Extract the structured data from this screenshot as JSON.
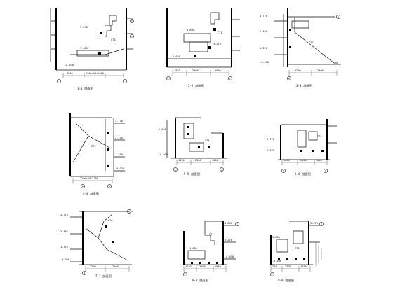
{
  "drawing": {
    "panels": [
      {
        "id": "p1",
        "levels": [
          "-0.030",
          "1.650",
          "3.270"
        ],
        "dims": [
          "1500",
          "2300×10=2300"
        ],
        "grids": [
          "1",
          "2"
        ],
        "note": "C70",
        "title": "1-1 剖面图"
      },
      {
        "id": "p2",
        "levels": [
          "1.650",
          "3.270",
          "4.890"
        ],
        "dims": [
          "1050",
          "2300",
          "1050"
        ],
        "grids": [
          "1",
          "2"
        ],
        "note": "C71",
        "title": "2-2 剖面图"
      },
      {
        "id": "p3",
        "levels": [
          "3.770",
          "2.450",
          "1.370",
          "-0.030"
        ],
        "dims": [
          "2200",
          "2300"
        ],
        "grids": [
          "A",
          "B"
        ],
        "note": "C72",
        "title": "3-3 剖面图"
      },
      {
        "id": "p4",
        "levels": [
          "3.770",
          "2.570",
          "1.370",
          "-0.030"
        ],
        "dims": [
          "2200×10=2200"
        ],
        "grids": [
          "A",
          "B"
        ],
        "note": "C73",
        "title": "4-4 剖面图"
      },
      {
        "id": "p5",
        "levels": [
          "-0.030",
          "1.650"
        ],
        "dims": [
          "1050",
          "2300",
          "1050"
        ],
        "grids": [
          "1",
          "2"
        ],
        "note": "C74",
        "title": "5-5 剖面图"
      },
      {
        "id": "p6",
        "levels": [
          "3.770",
          "2.570"
        ],
        "dims": [
          "1050",
          "2300",
          "1050"
        ],
        "grids": [
          "1",
          "2"
        ],
        "note": "C75",
        "title": "6-6 剖面图"
      },
      {
        "id": "p7",
        "levels": [
          "3.770",
          "2.450",
          "1.370",
          "-0.030"
        ],
        "dims": [
          "2200",
          "2300"
        ],
        "grids": [
          "A",
          "B"
        ],
        "note": "C76",
        "title": "7-7 剖面图"
      },
      {
        "id": "p8",
        "levels": [
          "-0.030",
          "1.650",
          "3.270",
          "4.890"
        ],
        "dims": [
          "1250",
          "2300",
          "1050"
        ],
        "grids": [
          "1",
          "2"
        ],
        "note": "C77",
        "title": "8-8 剖面图"
      },
      {
        "id": "p9",
        "levels": [
          "-0.030",
          "1.650",
          "3.270"
        ],
        "dims": [
          "1250",
          "2300",
          "1050"
        ],
        "grids": [
          "1",
          "2"
        ],
        "note": "C78",
        "title": "9-9 剖面图"
      }
    ]
  }
}
